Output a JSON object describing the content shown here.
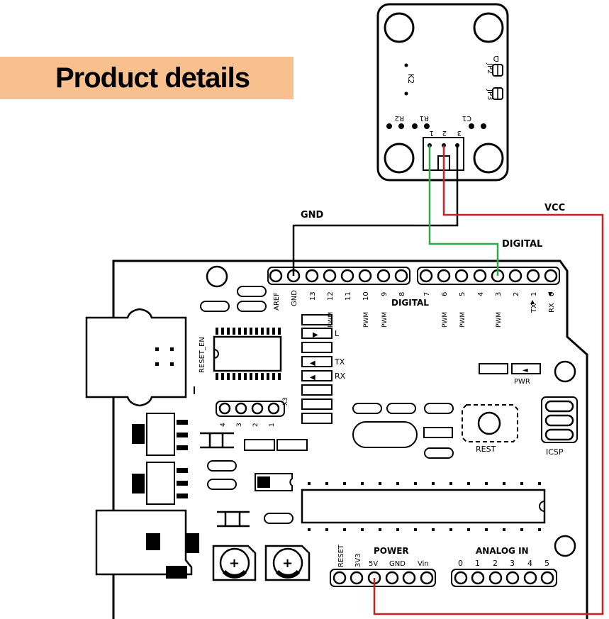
{
  "banner": {
    "title": "Product details"
  },
  "wires": {
    "gnd": {
      "label": "GND",
      "color": "#000000"
    },
    "digital": {
      "label": "DIGITAL",
      "color": "#2eaa4a"
    },
    "vcc": {
      "label": "VCC",
      "color": "#cc1f1f"
    }
  },
  "module": {
    "labels": {
      "k2": "K2",
      "jp2": "JP2",
      "jp3": "JP3",
      "d": "D",
      "r1": "R1",
      "r2": "R2",
      "c1": "C1"
    },
    "pins": [
      "1",
      "2",
      "3"
    ]
  },
  "board": {
    "top_header_left": [
      "AREF",
      "GND",
      "13",
      "12",
      "11",
      "10",
      "9",
      "8"
    ],
    "top_header_right": [
      "7",
      "6",
      "5",
      "4",
      "3",
      "2",
      "1",
      "0"
    ],
    "tx_label": "TX",
    "rx_label": "RX",
    "digital_label": "DIGITAL",
    "pwm_label": "PWM",
    "l_label": "L",
    "tx_led_label": "TX",
    "rx_led_label": "RX",
    "reset_en": "RESET_EN",
    "x3_label": "X3",
    "x3_pins": [
      "4",
      "3",
      "2",
      "1"
    ],
    "pwr_label": "PWR",
    "reset_button_label": "REST",
    "icsp_label": "ICSP",
    "power_title": "POWER",
    "power_pins": [
      "RESET",
      "3V3",
      "5V",
      "GND",
      "Vin"
    ],
    "analog_title": "ANALOG IN",
    "analog_pins": [
      "0",
      "1",
      "2",
      "3",
      "4",
      "5"
    ]
  }
}
